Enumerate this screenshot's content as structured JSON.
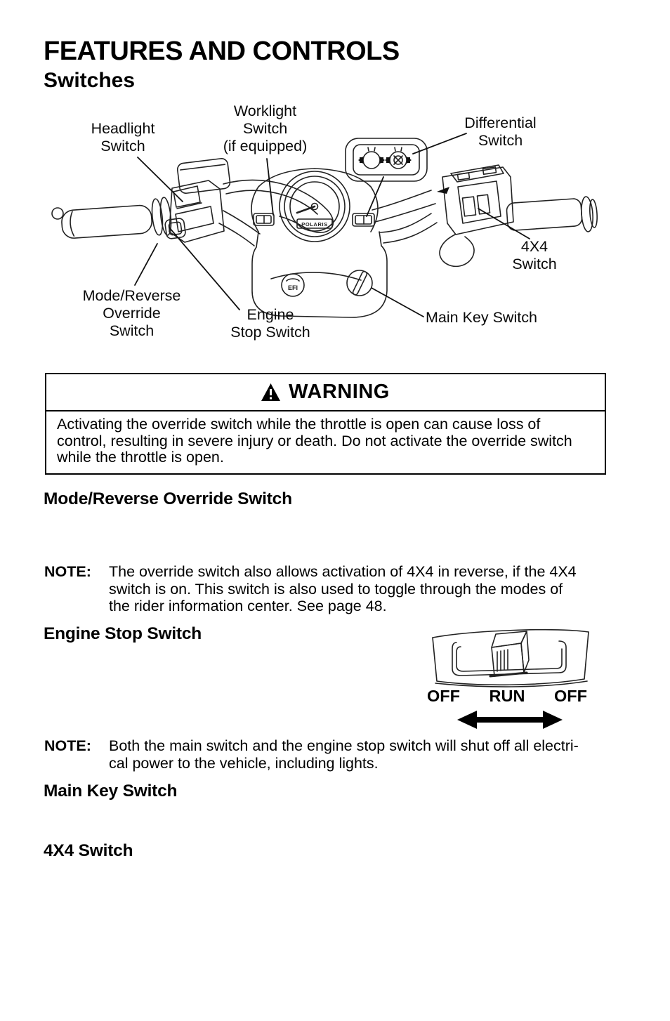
{
  "page": {
    "title": "FEATURES AND CONTROLS",
    "subtitle": "Switches"
  },
  "diagram": {
    "labels": {
      "headlight": "Headlight\nSwitch",
      "worklight": "Worklight\nSwitch\n(if equipped)",
      "differential": "Differential\nSwitch",
      "four_by_four": "4X4\nSwitch",
      "mode_reverse_override": "Mode/Reverse\nOverride\nSwitch",
      "engine_stop": "Engine\nStop Switch",
      "main_key": "Main Key Switch"
    },
    "console": {
      "gauge_brand": "POLARIS",
      "badge": "EFI"
    }
  },
  "warning": {
    "title": "WARNING",
    "body": "Activating the override switch while the throttle is open can cause loss of\ncontrol, resulting in severe injury or death. Do not activate the override switch\nwhile the throttle is open."
  },
  "sections": {
    "mode_reverse": {
      "heading": "Mode/Reverse Override Switch",
      "note_label": "NOTE:",
      "note": "The override switch also allows activation of 4X4 in reverse, if the 4X4\nswitch is on. This switch is also used to toggle through the modes of\nthe rider information center. See page 48."
    },
    "engine_stop": {
      "heading": "Engine Stop Switch",
      "note_label": "NOTE:",
      "note": "Both the main switch and the engine stop switch will shut off all electri-\ncal power to the vehicle, including lights.",
      "figure": {
        "labels": [
          "OFF",
          "RUN",
          "OFF"
        ]
      }
    },
    "main_key": {
      "heading": "Main Key Switch"
    },
    "four_by_four": {
      "heading": "4X4 Switch"
    }
  }
}
